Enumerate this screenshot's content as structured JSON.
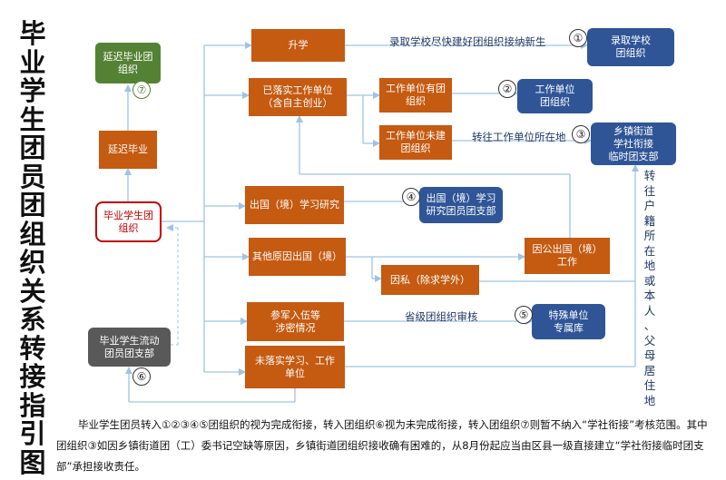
{
  "title": "毕业学生团员团组织关系转接指引图",
  "center_node": "毕业学生团\n组织",
  "nodes": {
    "extend_org": "延迟毕业团\n组织",
    "extend_grad": "延迟毕业",
    "flow_branch": "毕业学生流动\n团员团支部",
    "further_study": "升学",
    "employed": "已落实工作单位\n（含自主创业）",
    "unit_has_org": "工作单位有团\n组织",
    "unit_no_org": "工作单位未建\n团组织",
    "abroad_study": "出国（境）学习研究",
    "abroad_other": "其他原因出国（境）",
    "public_abroad": "因公出国（境）\n工作",
    "private_abroad": "因私（除求学外）",
    "military": "参军入伍等\n涉密情况",
    "unemployed": "未落实学习、工作\n单位"
  },
  "targets": {
    "t1": "录取学校\n团组织",
    "t2": "工作单位\n团组织",
    "t3": "乡镇街道\n学社衔接\n临时团支部",
    "t4": "出国（境）学习\n研究团员团支部",
    "t5": "特殊单位\n专属库"
  },
  "numbers": {
    "n1": "①",
    "n2": "②",
    "n3": "③",
    "n4": "④",
    "n5": "⑤",
    "n6": "⑥",
    "n7": "⑦"
  },
  "edge_labels": {
    "admission": "录取学校尽快建好团组织接纳新生",
    "transfer_unit": "转往工作单位所在地",
    "provincial": "省级团组织审核",
    "hometown": "转往户籍所在地或本人、父母居住地"
  },
  "footnote": "毕业学生团员转入①②③④⑤团组织的视为完成衔接，转入团组织⑥视为未完成衔接，转入团组织⑦则暂不纳入“学社衔接”考核范围。其中团组织③如因乡镇街道团（工）委书记空缺等原因，乡镇街道团组织接收确有困难的，从8月份起应当由区县一级直接建立“学社衔接临时团支部”承担接收责任。",
  "colors": {
    "orange": "#c55a11",
    "navy": "#2f5597",
    "green": "#548235",
    "gray": "#595959",
    "red": "#c00000",
    "line": "#9dc3e6"
  }
}
